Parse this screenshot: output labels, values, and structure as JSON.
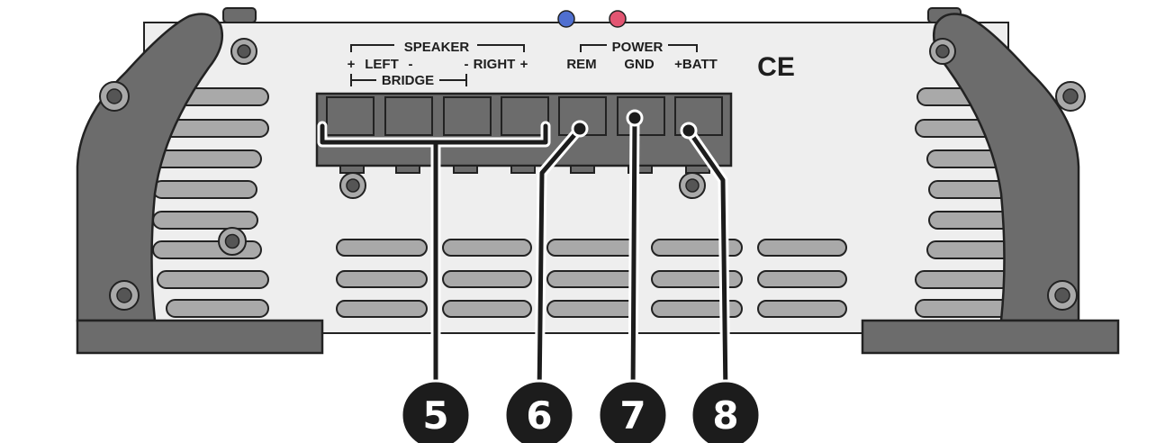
{
  "diagram": {
    "speaker_label": "SPEAKER",
    "left_label": "LEFT",
    "right_label": "RIGHT",
    "plus_sign": "+",
    "minus_sign": "-",
    "bridge_label": "BRIDGE",
    "power_label": "POWER",
    "rem_label": "REM",
    "gnd_label": "GND",
    "batt_label": "+BATT",
    "ce_mark": "CE",
    "callouts": [
      {
        "number": "5",
        "target": "speaker-terminals"
      },
      {
        "number": "6",
        "target": "rem-terminal"
      },
      {
        "number": "7",
        "target": "gnd-terminal"
      },
      {
        "number": "8",
        "target": "batt-terminal"
      }
    ]
  }
}
